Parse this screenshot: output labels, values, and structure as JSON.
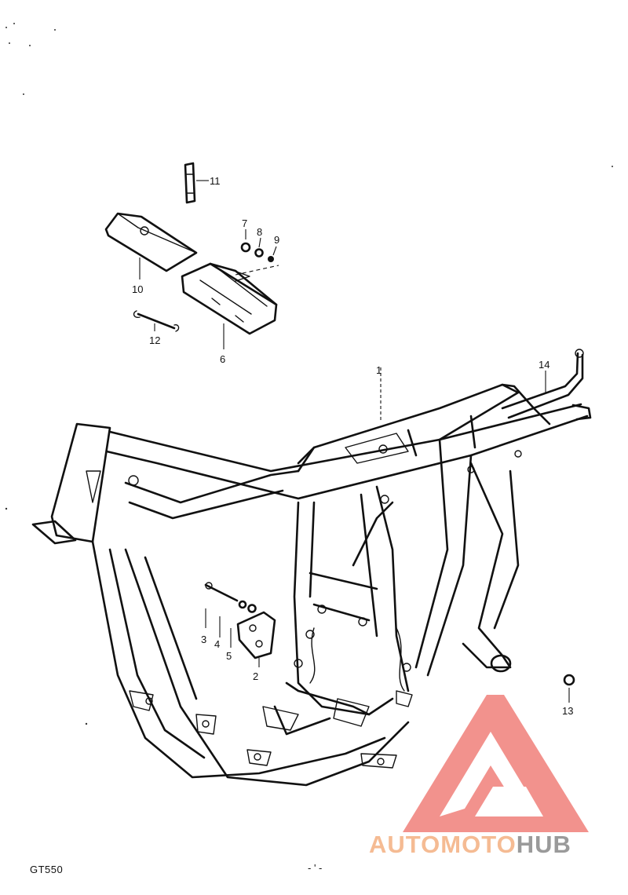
{
  "diagram": {
    "model": "GT550",
    "page_marker": "- ' -",
    "callouts": [
      {
        "id": "1",
        "label": "1"
      },
      {
        "id": "2",
        "label": "2"
      },
      {
        "id": "3",
        "label": "3"
      },
      {
        "id": "4",
        "label": "4"
      },
      {
        "id": "5",
        "label": "5"
      },
      {
        "id": "6",
        "label": "6"
      },
      {
        "id": "7",
        "label": "7"
      },
      {
        "id": "8",
        "label": "8"
      },
      {
        "id": "9",
        "label": "9"
      },
      {
        "id": "10",
        "label": "10"
      },
      {
        "id": "11",
        "label": "11"
      },
      {
        "id": "12",
        "label": "12"
      },
      {
        "id": "13",
        "label": "13"
      },
      {
        "id": "14",
        "label": "14"
      }
    ]
  },
  "watermark": {
    "brand_auto": "AUTO",
    "brand_moto": "MOTO",
    "brand_hub": "HUB",
    "colors": {
      "triangle": "#f0807a",
      "auto": "#f5bb93",
      "hub": "#9a9a9a"
    },
    "logo_icon": "triangle-logo-icon"
  }
}
